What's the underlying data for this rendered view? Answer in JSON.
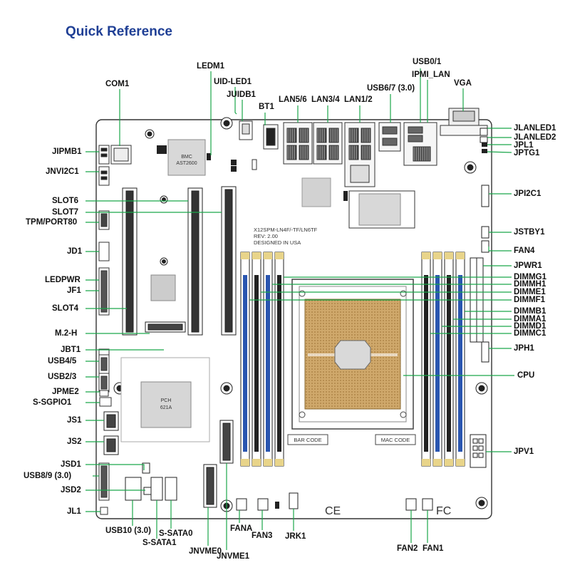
{
  "heading": "Quick Reference",
  "board": {
    "model": "X12SPM-LN4F/-TF/LN6TF",
    "rev": "REV: 2.00",
    "designed": "DESIGNED IN USA",
    "bmc_line1": "BMC",
    "bmc_line2": "AST2600",
    "pch_line1": "PCH",
    "pch_line2": "621A",
    "bar_code": "BAR CODE",
    "mac_code": "MAC CODE",
    "ce_mark": "CE",
    "fcc_mark": "FC"
  },
  "labels": {
    "ledm1": "LEDM1",
    "uid_led1": "UID-LED1",
    "juidb1": "JUIDB1",
    "com1": "COM1",
    "bt1": "BT1",
    "lan56": "LAN5/6",
    "lan34": "LAN3/4",
    "lan12": "LAN1/2",
    "usb67": "USB6/7 (3.0)",
    "usb01": "USB0/1",
    "ipmi_lan": "IPMI_LAN",
    "vga": "VGA",
    "jlanled1": "JLANLED1",
    "jlanled2": "JLANLED2",
    "jpl1": "JPL1",
    "jptg1": "JPTG1",
    "jipmb1": "JIPMB1",
    "jnvi2c1": "JNVI2C1",
    "jpi2c1": "JPI2C1",
    "slot6": "SLOT6",
    "slot7": "SLOT7",
    "tpm": "TPM/PORT80",
    "jstby1": "JSTBY1",
    "jd1": "JD1",
    "fan4": "FAN4",
    "jpwr1": "JPWR1",
    "ledpwr": "LEDPWR",
    "dimmg1": "DIMMG1",
    "dimmh1": "DIMMH1",
    "jf1": "JF1",
    "dimme1": "DIMME1",
    "dimmf1": "DIMMF1",
    "slot4": "SLOT4",
    "dimmb1": "DIMMB1",
    "dimma1": "DIMMA1",
    "dimmd1": "DIMMD1",
    "m2h": "M.2-H",
    "dimmc1": "DIMMC1",
    "jbt1": "JBT1",
    "jph1": "JPH1",
    "usb45": "USB4/5",
    "usb23": "USB2/3",
    "cpu": "CPU",
    "jpme2": "JPME2",
    "ssgpio1": "S-SGPIO1",
    "js1": "JS1",
    "js2": "JS2",
    "jpv1": "JPV1",
    "jsd1": "JSD1",
    "usb89": "USB8/9 (3.0)",
    "jsd2": "JSD2",
    "jl1": "JL1",
    "usb10": "USB10 (3.0)",
    "ssata0": "S-SATA0",
    "ssata1": "S-SATA1",
    "fana": "FANA",
    "fan3": "FAN3",
    "jrk1": "JRK1",
    "jnvme0": "JNVME0",
    "jnvme1": "JNVME1",
    "fan2": "FAN2",
    "fan1": "FAN1"
  },
  "colors": {
    "heading": "#1f3f95",
    "leader": "#1aa64a",
    "dimm_blue": "#2a56b0",
    "dimm_black": "#222222",
    "cpu_gold": "#c8a060"
  }
}
